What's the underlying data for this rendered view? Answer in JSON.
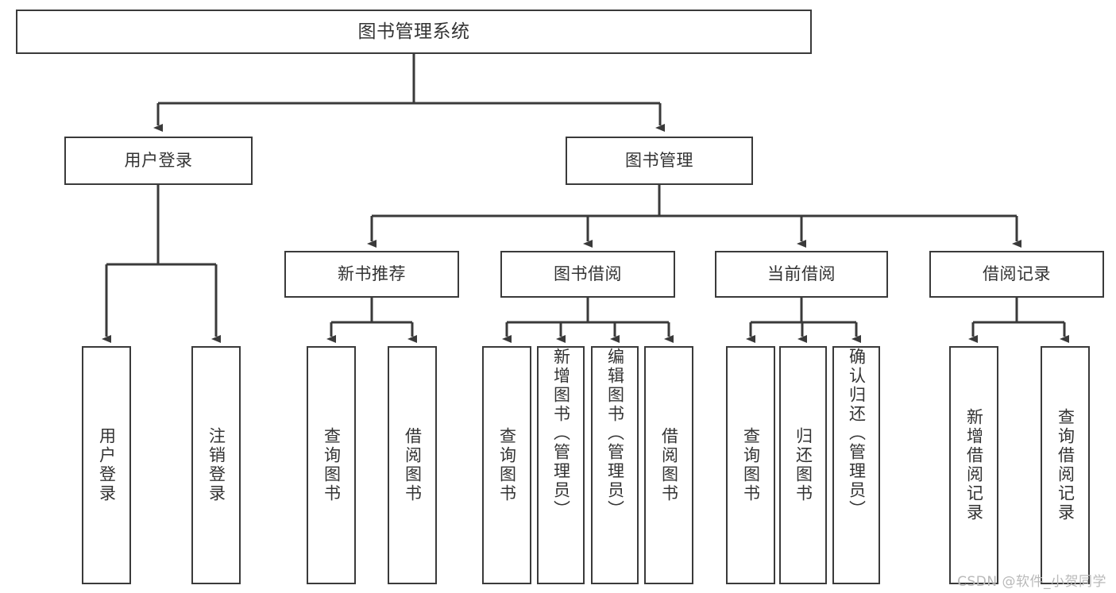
{
  "diagram": {
    "type": "tree-hierarchy",
    "title": "图书管理系统",
    "watermark": "CSDN @软件_小贺同学",
    "colors": {
      "box_border": "#3a3a3a",
      "box_fill": "#ffffff",
      "text": "#333333",
      "connector": "#3a3a3a",
      "watermark": "#b9b9b9",
      "background": "#ffffff"
    },
    "nodes": {
      "root": {
        "label": "图书管理系统",
        "level": 0
      },
      "level1": [
        {
          "id": "user-login",
          "label": "用户登录"
        },
        {
          "id": "book-management",
          "label": "图书管理"
        }
      ],
      "level2": [
        {
          "id": "new-book-recommend",
          "label": "新书推荐",
          "parent": "book-management"
        },
        {
          "id": "book-borrow",
          "label": "图书借阅",
          "parent": "book-management"
        },
        {
          "id": "current-borrow",
          "label": "当前借阅",
          "parent": "book-management"
        },
        {
          "id": "borrow-record",
          "label": "借阅记录",
          "parent": "book-management"
        }
      ],
      "leaves": {
        "user-login": [
          {
            "id": "leaf-user-login",
            "label": "用户登录"
          },
          {
            "id": "leaf-logout",
            "label": "注销登录"
          }
        ],
        "new-book-recommend": [
          {
            "id": "leaf-query-book-1",
            "label": "查询图书"
          },
          {
            "id": "leaf-borrow-book-1",
            "label": "借阅图书"
          }
        ],
        "book-borrow": [
          {
            "id": "leaf-query-book-2",
            "label": "查询图书"
          },
          {
            "id": "leaf-add-book",
            "label": "新增图书（管理员）"
          },
          {
            "id": "leaf-edit-book",
            "label": "编辑图书（管理员）"
          },
          {
            "id": "leaf-borrow-book-2",
            "label": "借阅图书"
          }
        ],
        "current-borrow": [
          {
            "id": "leaf-query-book-3",
            "label": "查询图书"
          },
          {
            "id": "leaf-return-book",
            "label": "归还图书"
          },
          {
            "id": "leaf-confirm-return",
            "label": "确认归还（管理员）"
          }
        ],
        "borrow-record": [
          {
            "id": "leaf-add-record",
            "label": "新增借阅记录"
          },
          {
            "id": "leaf-query-record",
            "label": "查询借阅记录"
          }
        ]
      }
    }
  }
}
